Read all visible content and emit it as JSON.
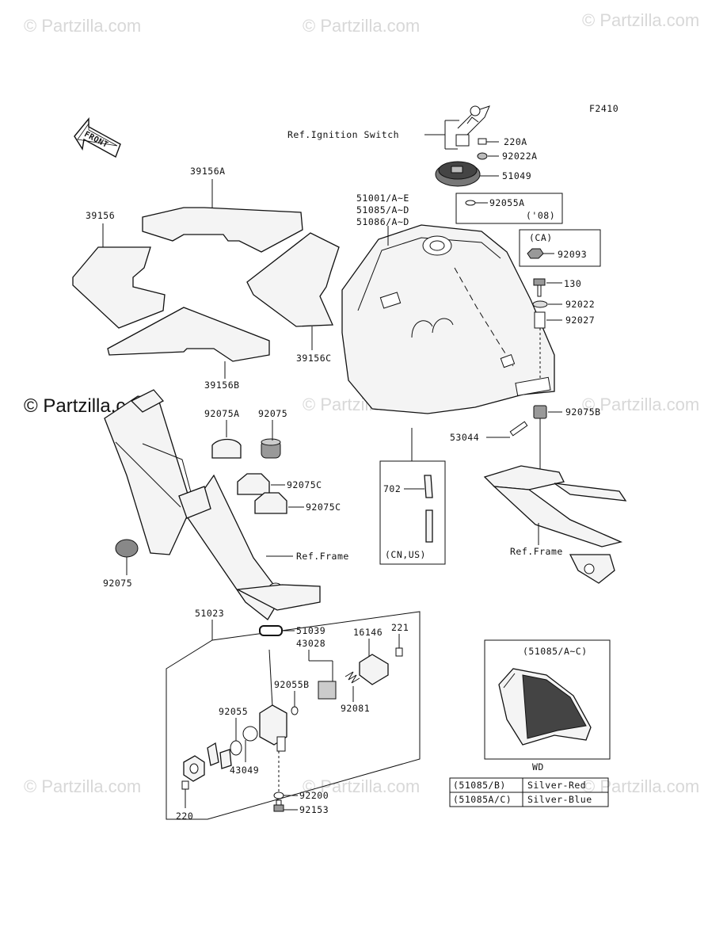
{
  "figure_id": "F2410",
  "watermarks": {
    "text": "© Partzilla.com",
    "highlight": "© Partzilla.com"
  },
  "arrow": {
    "label": "FRONT"
  },
  "labels": {
    "p39156A": "39156A",
    "p39156": "39156",
    "p39156B": "39156B",
    "p39156C": "39156C",
    "ref_ignition": "Ref.Ignition Switch",
    "p220A": "220A",
    "p92022A": "92022A",
    "p51049": "51049",
    "p51001": "51001/A~E",
    "p51085": "51085/A~D",
    "p51086": "51086/A~D",
    "p92055A": "92055A",
    "p08": "('08)",
    "ca": "(CA)",
    "p92093": "92093",
    "p130": "130",
    "p92022": "92022",
    "p92027": "92027",
    "p92075B": "92075B",
    "p53044": "53044",
    "p702": "702",
    "cn_us": "(CN,US)",
    "ref_frame_r": "Ref.Frame",
    "p92075A": "92075A",
    "p92075_t": "92075",
    "p92075C_1": "92075C",
    "p92075C_2": "92075C",
    "ref_frame_c": "Ref.Frame",
    "p92075_l": "92075",
    "p51023": "51023",
    "p51039": "51039",
    "p43028": "43028",
    "p16146": "16146",
    "p221": "221",
    "p92055B": "92055B",
    "p92081": "92081",
    "p92055": "92055",
    "p43049": "43049",
    "p220": "220",
    "p92200": "92200",
    "p92153": "92153",
    "inset_label": "(51085/A~C)",
    "wd": "WD"
  },
  "color_table": [
    {
      "code": "(51085/B)",
      "color": "Silver-Red"
    },
    {
      "code": "(51085A/C)",
      "color": "Silver-Blue"
    }
  ]
}
